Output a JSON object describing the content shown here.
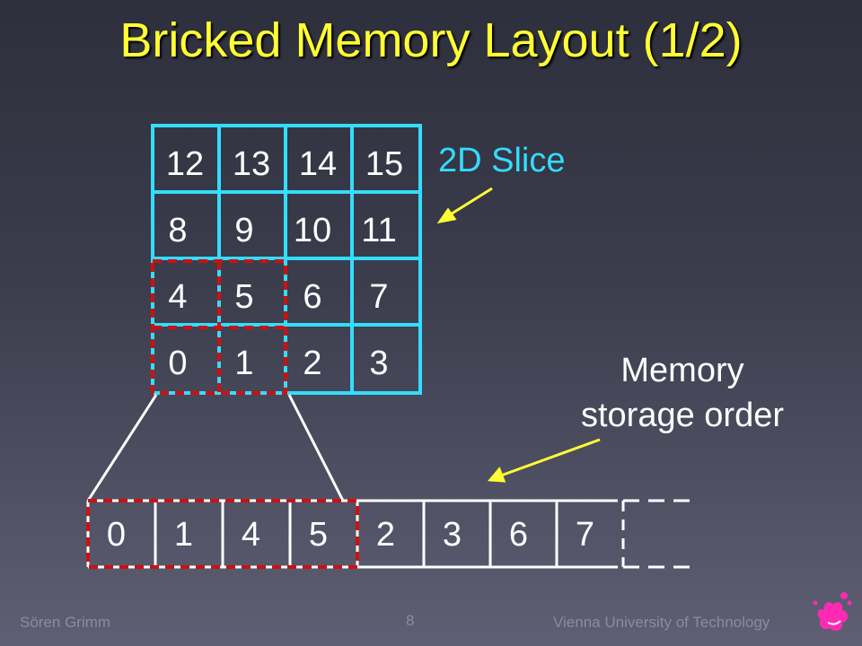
{
  "title": "Bricked Memory Layout (1/2)",
  "grid": {
    "rows": [
      [
        "12",
        "13",
        "14",
        "15"
      ],
      [
        "8",
        "9",
        "10",
        "11"
      ],
      [
        "4",
        "5",
        "6",
        "7"
      ],
      [
        "0",
        "1",
        "2",
        "3"
      ]
    ]
  },
  "labels": {
    "slice": "2D Slice",
    "memory_line1": "Memory",
    "memory_line2": "storage order"
  },
  "strip": [
    "0",
    "1",
    "4",
    "5",
    "2",
    "3",
    "6",
    "7"
  ],
  "footer": {
    "author": "Sören Grimm",
    "page": "8",
    "institution": "Vienna University of Technology"
  },
  "colors": {
    "title": "#ffff33",
    "grid_line": "#33ddff",
    "brick_highlight": "#cc1111",
    "arrow": "#ffff33"
  }
}
